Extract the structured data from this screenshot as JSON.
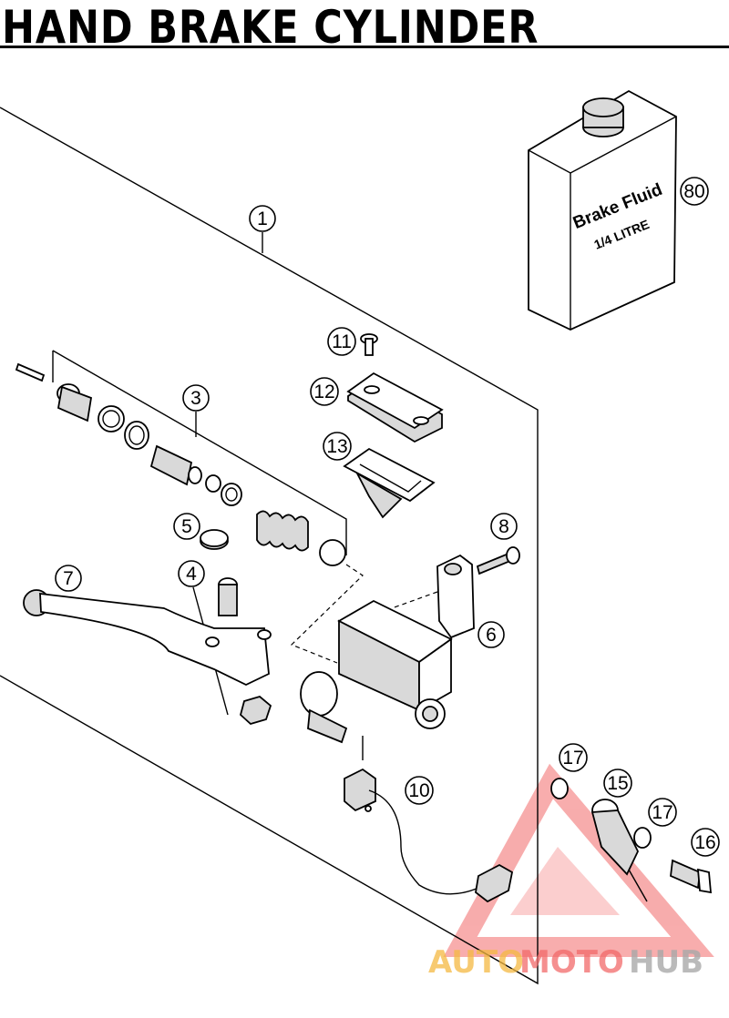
{
  "title": "HAND BRAKE CYLINDER",
  "product_label": {
    "line1": "Brake Fluid",
    "line2": "1/4 LITRE"
  },
  "callouts": {
    "c1": "1",
    "c3": "3",
    "c4": "4",
    "c5": "5",
    "c6": "6",
    "c7": "7",
    "c8": "8",
    "c10": "10",
    "c11": "11",
    "c12": "12",
    "c13": "13",
    "c15": "15",
    "c16": "16",
    "c17a": "17",
    "c17b": "17",
    "c80": "80"
  },
  "watermark": {
    "auto": "AUTO",
    "moto": "MOTO",
    "hub": "HUB",
    "colors": {
      "auto": "#f5b942",
      "moto": "#f26a6a",
      "hub": "#a9a9a9"
    }
  }
}
